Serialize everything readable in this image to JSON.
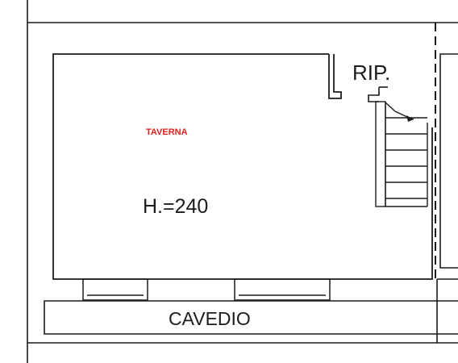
{
  "plan": {
    "rooms": {
      "main": {
        "name": "TAVERNA",
        "height_label": "H.=240"
      },
      "storage": {
        "name": "RIP."
      },
      "courtyard": {
        "name": "CAVEDIO"
      }
    },
    "colors": {
      "ink": "#1c1c1c",
      "room_name": "#e0201c",
      "background": "#ffffff"
    }
  }
}
